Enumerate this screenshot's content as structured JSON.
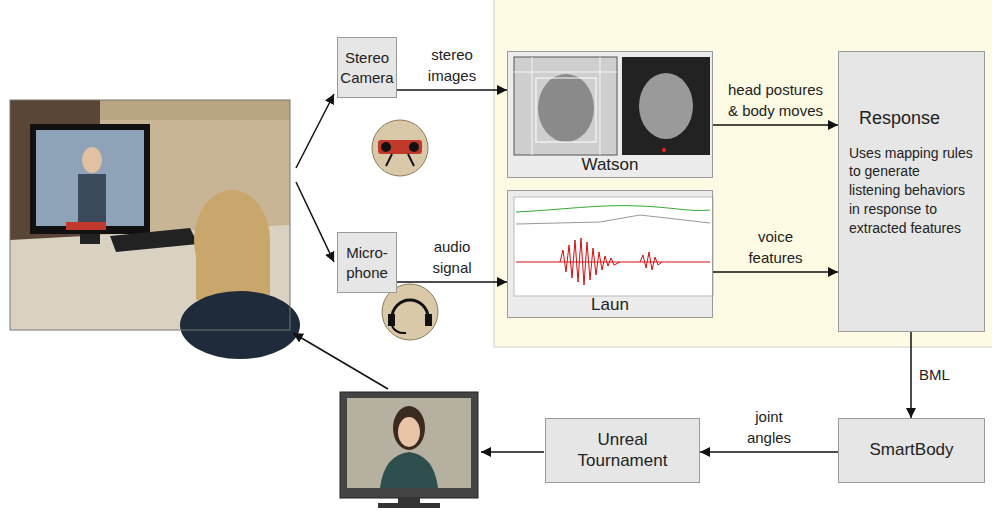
{
  "diagram": {
    "nodes": [
      {
        "text": [
          "Stereo Camera"
        ]
      },
      {
        "text": [
          "Micro- phone"
        ]
      },
      {
        "text": [
          "Watson"
        ]
      },
      {
        "text": [
          "Laun"
        ]
      },
      {
        "text": [
          "Response",
          "Uses mapping rules to generate listening behaviors in response to extracted features"
        ]
      },
      {
        "text": [
          "SmartBody"
        ]
      },
      {
        "text": [
          "Unreal Tournament"
        ]
      }
    ],
    "edges": [
      {
        "from": 0,
        "to": 2,
        "label": "stereo images",
        "arrow": "to"
      },
      {
        "from": 1,
        "to": 3,
        "label": "audio signal",
        "arrow": "to"
      },
      {
        "from": 2,
        "to": 4,
        "label": "head postures & body moves",
        "arrow": "to"
      },
      {
        "from": 3,
        "to": 4,
        "label": "voice features",
        "arrow": "to"
      },
      {
        "from": 4,
        "to": 5,
        "label": "BML",
        "arrow": "to"
      },
      {
        "from": 5,
        "to": 6,
        "label": "joint angles",
        "arrow": "to"
      }
    ]
  }
}
